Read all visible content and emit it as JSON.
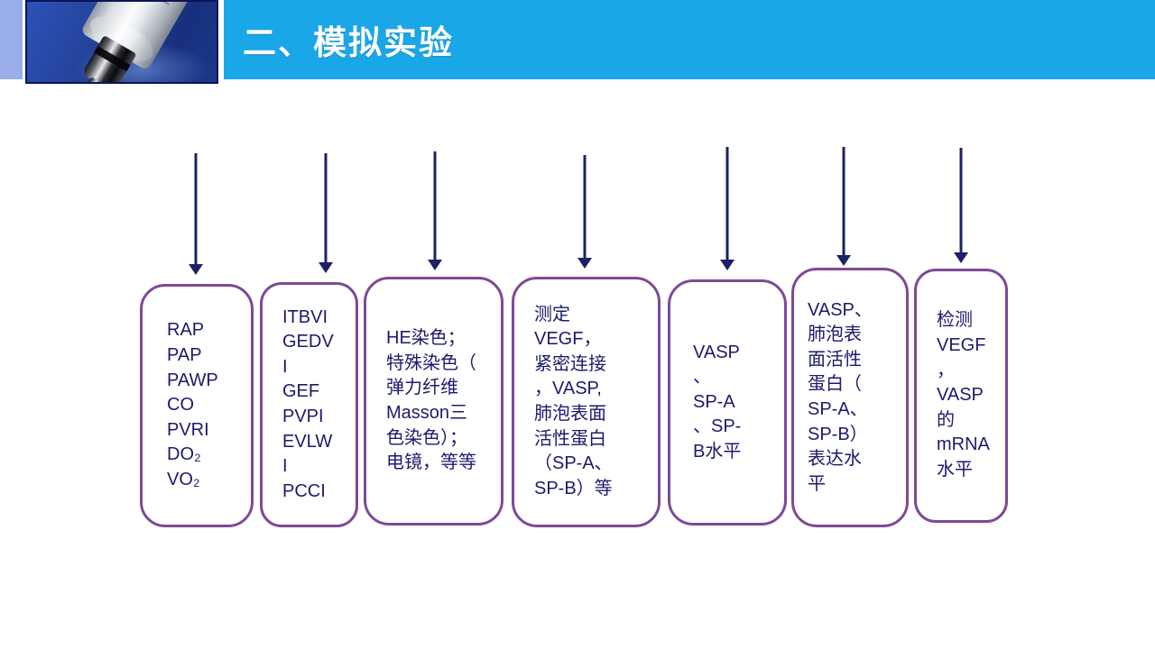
{
  "slide": {
    "title": "二、模拟实验"
  },
  "colors": {
    "header_bg": "#1aa7e8",
    "accent_strip": "#99ade9",
    "title_color": "#ffffff",
    "box_border": "#7e4a96",
    "box_text": "#1b1b6e",
    "arrow_color": "#1c2166"
  },
  "icons": {
    "corner_photo": "syringe-photo",
    "arrow": "down-arrow"
  },
  "boxes": [
    {
      "text": "RAP\nPAP\nPAWP\nCO\nPVRI\nDO₂\nVO₂"
    },
    {
      "text": "ITBVI\nGEDV\nI\nGEF\nPVPI\nEVLW\nI\nPCCI"
    },
    {
      "text": "HE染色；\n特殊染色（\n弹力纤维\nMasson三\n色染色）；\n电镜，等等"
    },
    {
      "text": "测定\nVEGF，\n紧密连接\n，VASP,\n肺泡表面\n活性蛋白\n（SP-A、\nSP-B）等"
    },
    {
      "text": "VASP\n、\nSP-A\n、SP-\nB水平"
    },
    {
      "text": "VASP、\n肺泡表\n面活性\n蛋白（\nSP-A、\nSP-B）\n表达水\n平"
    },
    {
      "text": "检测\nVEGF\n，\nVASP\n的\nmRNA\n水平"
    }
  ]
}
